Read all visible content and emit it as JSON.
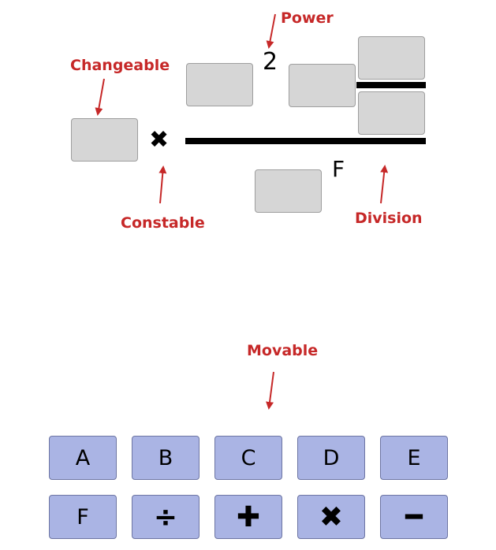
{
  "formula": {
    "power_value": "2",
    "multiply_sign": "✖",
    "variable_label": "F"
  },
  "annotations": {
    "power": "Power",
    "changeable": "Changeable",
    "constable": "Constable",
    "division": "Division",
    "movable": "Movable"
  },
  "tiles": {
    "row1": [
      "A",
      "B",
      "C",
      "D",
      "E"
    ],
    "row2": [
      "F",
      "÷",
      "✚",
      "✖",
      "━"
    ]
  },
  "colors": {
    "annotation": "#c62828",
    "slot_fill": "#d6d6d6",
    "tile_fill": "#aab4e4"
  }
}
